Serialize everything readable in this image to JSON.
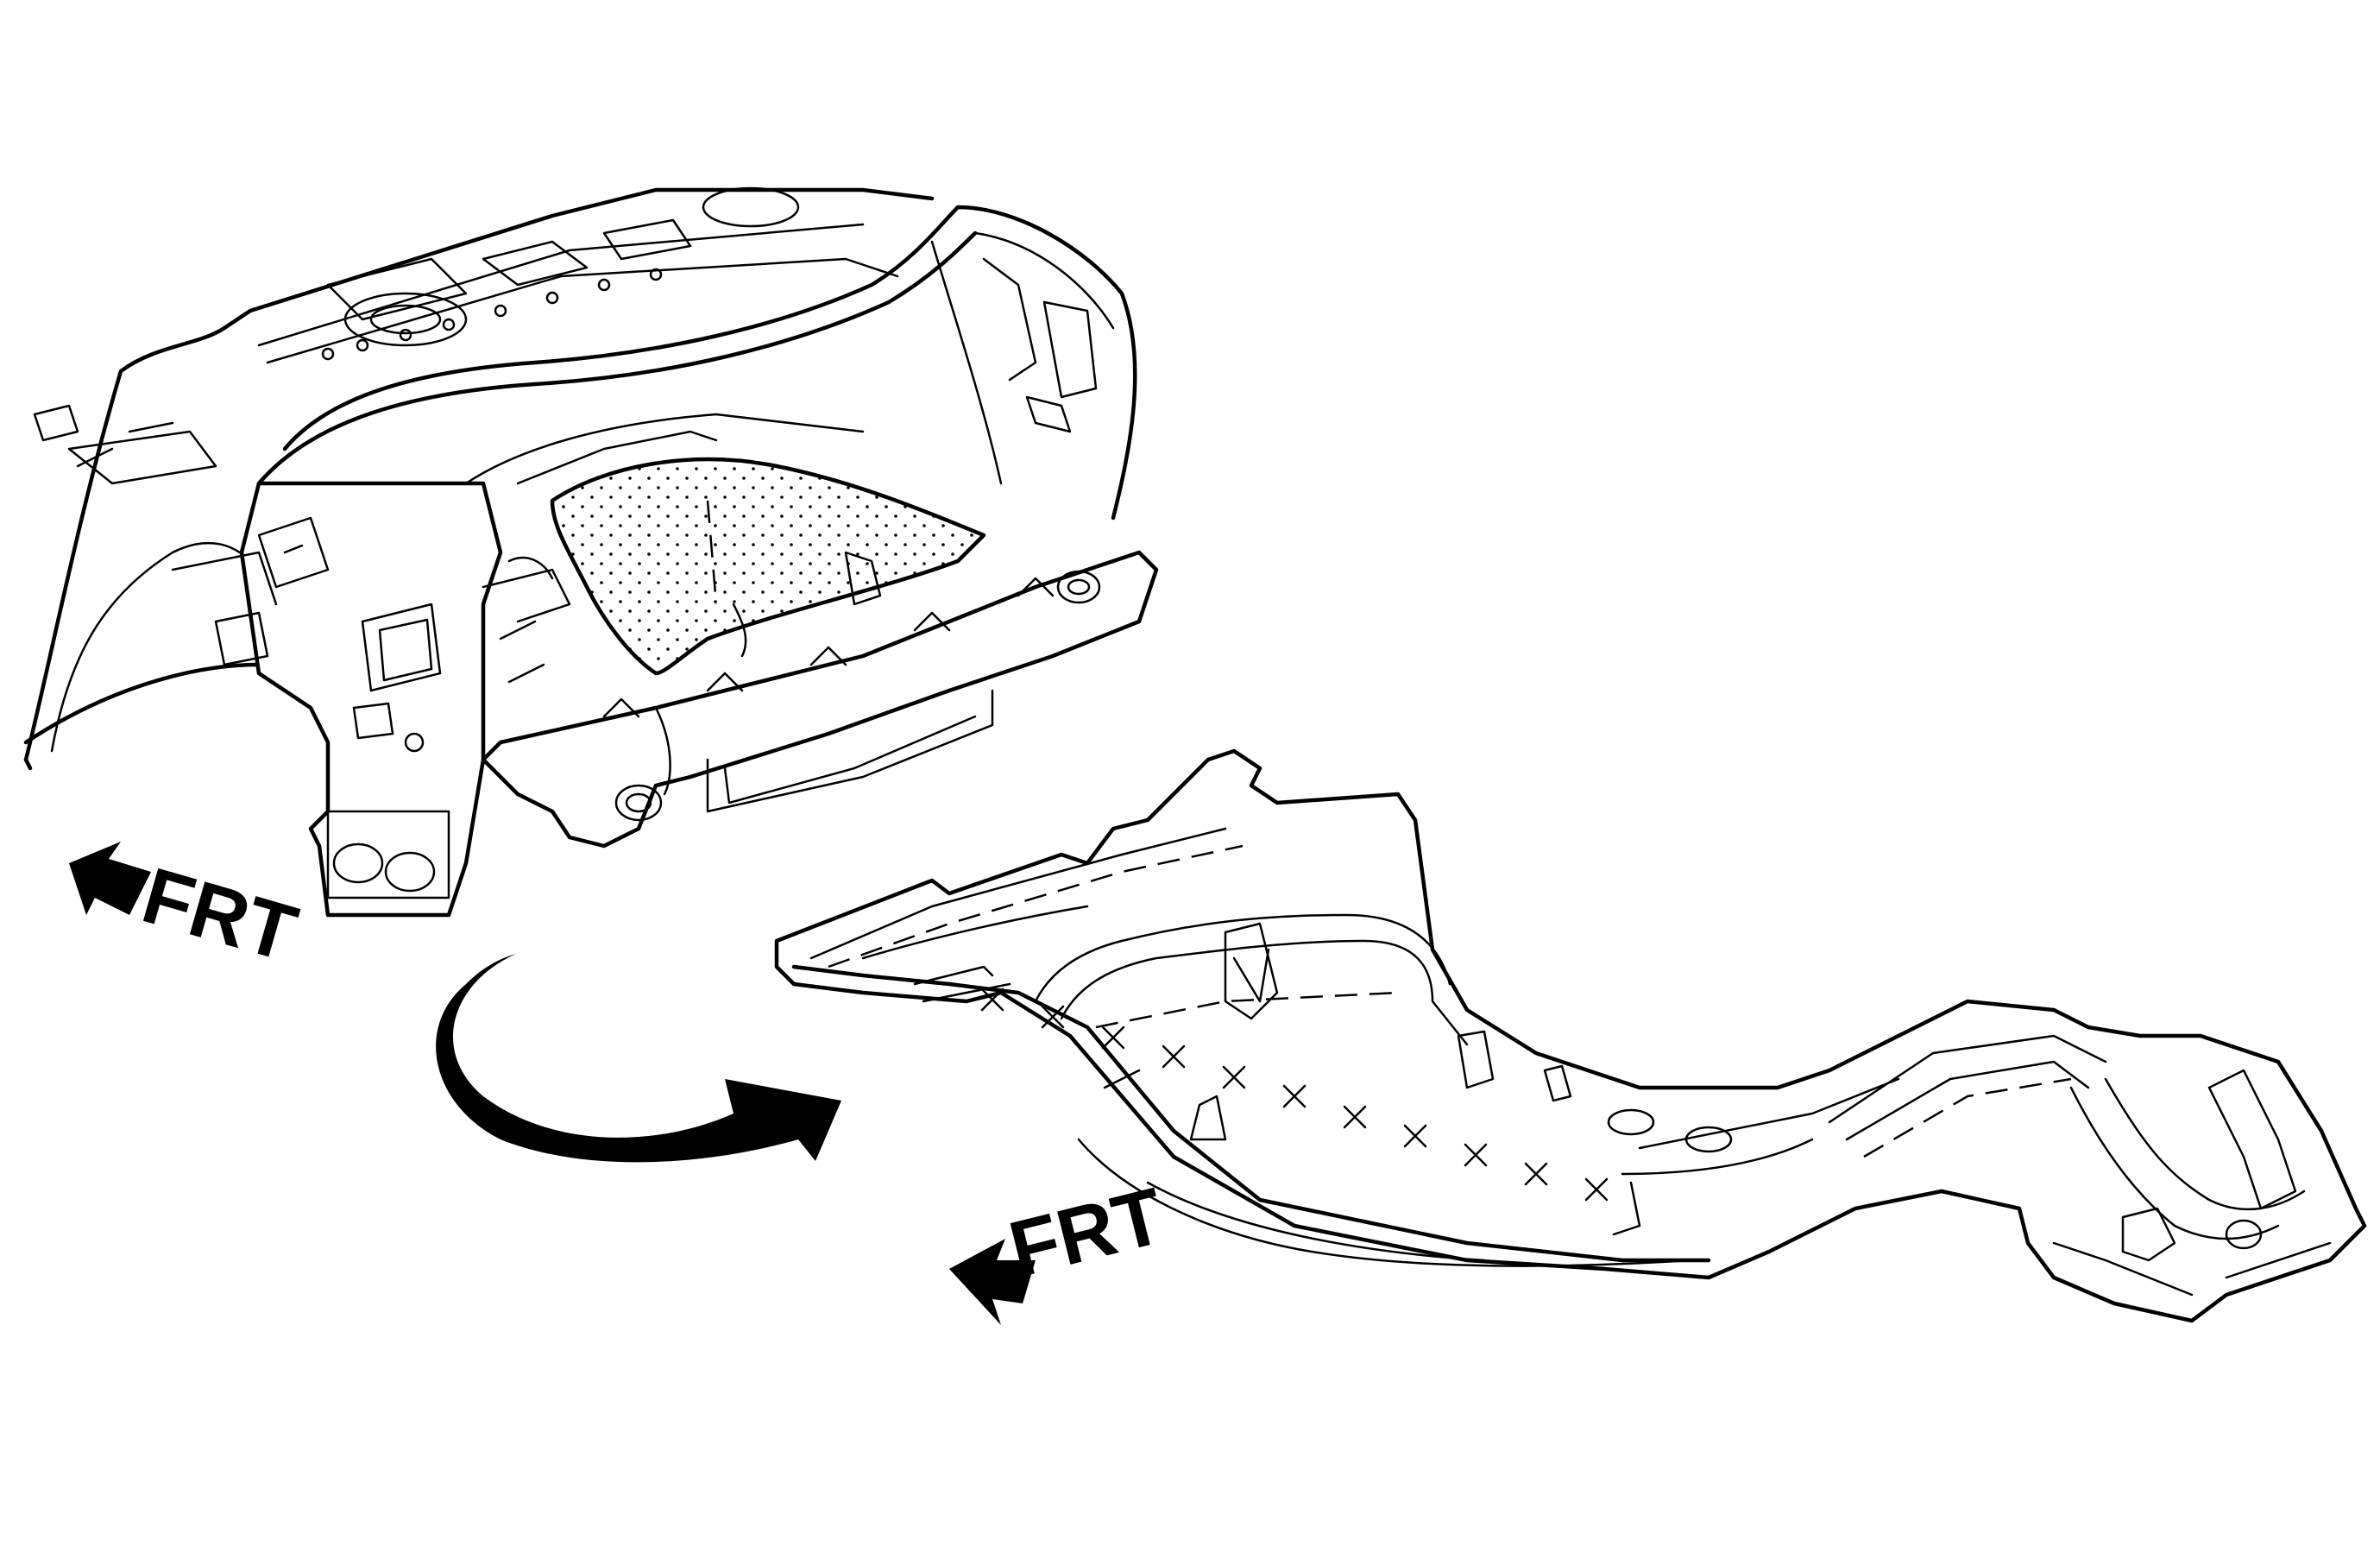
{
  "diagram": {
    "labels": {
      "front_upper": "FRT",
      "front_lower": "FRT"
    },
    "colors": {
      "ink": "#000000",
      "paper": "#ffffff"
    },
    "icons": {
      "front_direction": "arrow-left-icon",
      "rotation": "curved-arrow-icon",
      "weld_marks": "x-mark-icon"
    },
    "weld_mark_count": 11
  }
}
